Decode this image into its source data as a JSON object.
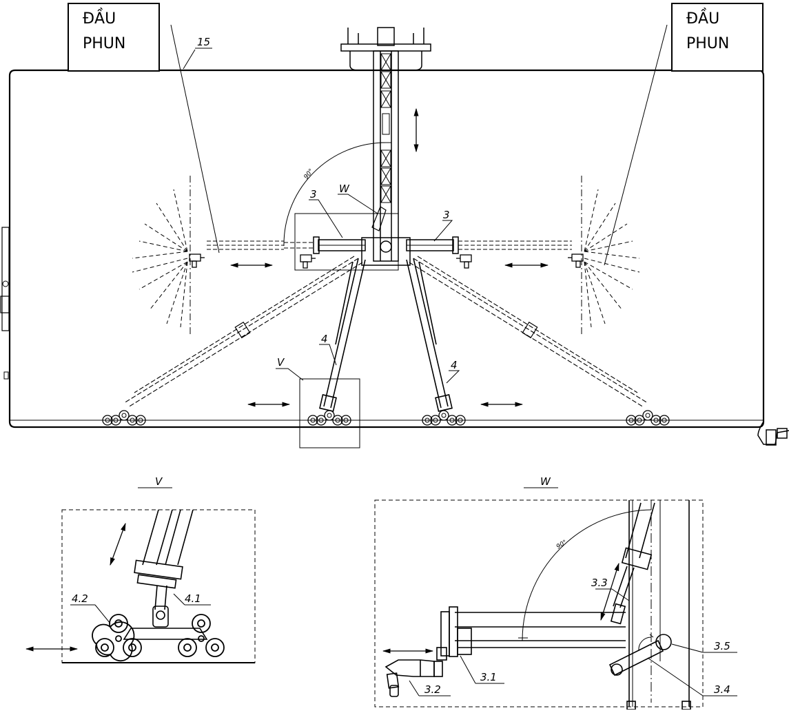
{
  "labels": {
    "nozzle_left": "ĐẦU\nPHUN",
    "nozzle_right": "ĐẦU\nPHUN"
  },
  "callouts": {
    "c15": "15",
    "c3_left": "3",
    "c3_right": "3",
    "w_main": "W",
    "v_main": "V",
    "c4_left": "4",
    "c4_right": "4",
    "angle_main": "90°",
    "detail_v_title": "V",
    "detail_w_title": "W",
    "c4_1": "4.1",
    "c4_2": "4.2",
    "c3_1": "3.1",
    "c3_2": "3.2",
    "c3_3": "3.3",
    "c3_4": "3.4",
    "c3_5": "3.5",
    "angle_detail": "90°"
  }
}
